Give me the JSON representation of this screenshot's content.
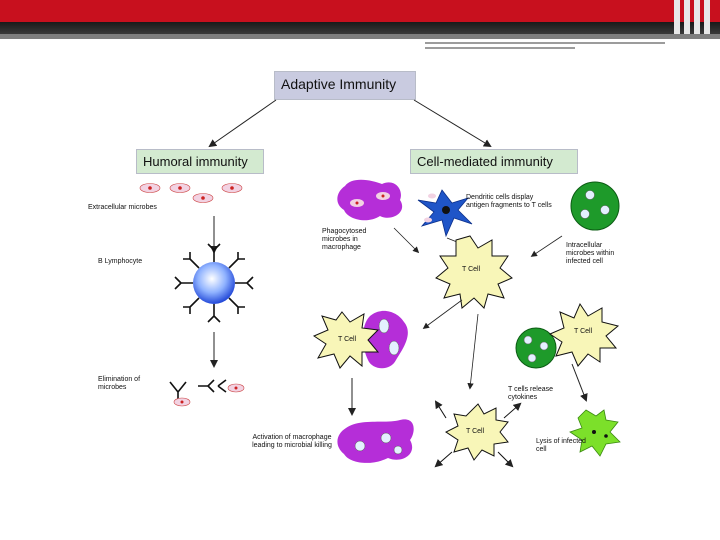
{
  "slide": {
    "title": "Adaptive Immunity",
    "humoral": "Humoral immunity",
    "cell_mediated": "Cell-mediated immunity"
  },
  "labels": {
    "extracellular": "Extracellular microbes",
    "b_lymphocyte": "B Lymphocyte",
    "elimination": "Elimination of microbes",
    "phagocytosed": "Phagocytosed microbes in macrophage",
    "dendritic": "Dendritic cells display antigen fragments to T cells",
    "intracellular": "Intracellular microbes within infected cell",
    "t_cells_release": "T cells release cytokines",
    "activation": "Activation of macrophage leading to microbial killing",
    "lysis": "Lysis of infected cell",
    "t_cell": "T Cell"
  },
  "colors": {
    "header_red": "#c8101e",
    "title_box": "#c9cbe0",
    "arm_box": "#d3ead0",
    "macrophage": "#b52ed8",
    "dendritic": "#1f55c8",
    "infected": "#1e9a2a",
    "t_cell_fill": "#f8f6b8",
    "lysed": "#7ce02a"
  }
}
